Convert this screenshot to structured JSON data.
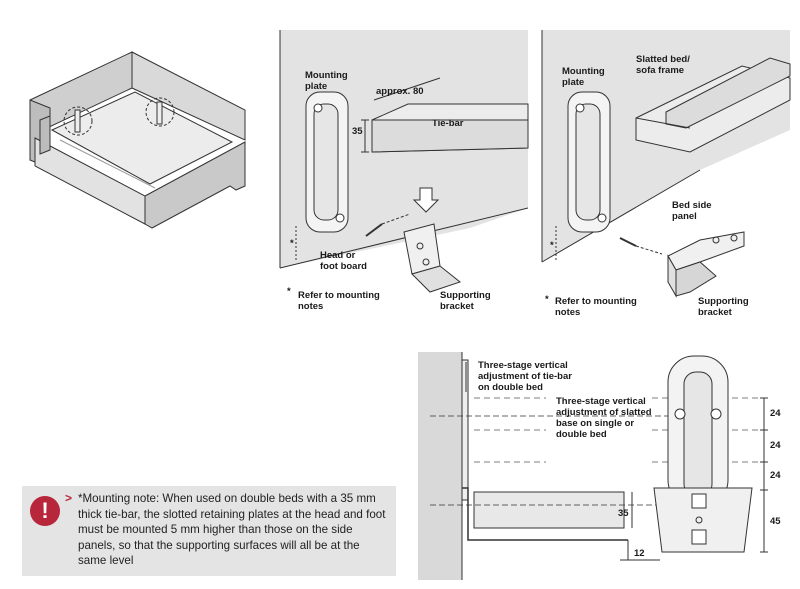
{
  "panel_b": {
    "mounting_plate": [
      "Mounting",
      "plate"
    ],
    "approx": "approx. 80",
    "tie_bar": "Tie-bar",
    "dim_35": "35",
    "head_board": [
      "Head or",
      "foot board"
    ],
    "supporting_bracket": [
      "Supporting",
      "bracket"
    ],
    "refer_note": [
      "Refer to mounting",
      "notes"
    ],
    "asterisk": "*"
  },
  "panel_c": {
    "mounting_plate": [
      "Mounting",
      "plate"
    ],
    "slatted_frame": [
      "Slatted bed/",
      "sofa frame"
    ],
    "bed_side_panel": [
      "Bed side",
      "panel"
    ],
    "supporting_bracket": [
      "Supporting",
      "bracket"
    ],
    "refer_note": [
      "Refer to mounting",
      "notes"
    ],
    "asterisk": "*"
  },
  "panel_d": {
    "three_stage_tiebar": [
      "Three-stage vertical",
      "adjustment of tie-bar",
      "on double bed"
    ],
    "three_stage_slatted": [
      "Three-stage vertical",
      "adjustment of slatted",
      "base on single or",
      "double bed"
    ],
    "dim_24_a": "24",
    "dim_24_b": "24",
    "dim_24_c": "24",
    "dim_35": "35",
    "dim_45": "45",
    "dim_12": "12"
  },
  "note": {
    "icon": "exclamation-icon",
    "arrow": ">",
    "text": "*Mounting note: When used on double beds with a 35 mm thick tie-bar, the slotted retaining plates at the head and foot must be mounted 5 mm higher than those on the side panels, so that the supporting surfaces will all be at the same level",
    "accent_color": "#b7263a"
  }
}
